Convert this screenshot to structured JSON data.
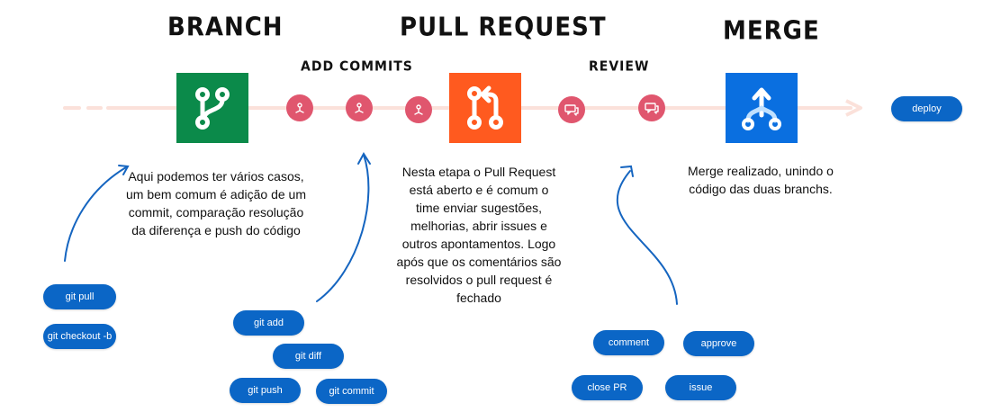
{
  "stages": {
    "branch": "BRANCH",
    "pull_request": "PULL REQUEST",
    "merge": "MERGE"
  },
  "steps": {
    "add_commits": "ADD COMMITS",
    "review": "REVIEW"
  },
  "deploy_label": "deploy",
  "branch_commands": [
    "git pull",
    "git checkout -b"
  ],
  "commit_commands": [
    "git add",
    "git diff",
    "git push",
    "git commit"
  ],
  "review_actions": [
    "comment",
    "approve",
    "close PR",
    "issue"
  ],
  "descriptions": {
    "branch": "Aqui podemos ter vários casos,\num bem comum é adição de um commit, comparação resolução da diferença e push do código",
    "pull_request": "Nesta etapa o Pull Request está aberto e é comum o time enviar sugestões, melhorias, abrir issues e outros apontamentos. Logo após que os comentários são resolvidos o pull request é fechado",
    "merge": "Merge realizado, unindo o código das duas branchs."
  },
  "icons": {
    "branch_tile": "git-branch-icon",
    "pull_request_tile": "git-pull-request-icon",
    "merge_tile": "git-merge-icon",
    "commit_dot": "git-commit-icon",
    "review_dot": "chat-bubbles-icon"
  },
  "colors": {
    "branch": "#0b8a4a",
    "pull_request": "#ff5a1f",
    "merge": "#0a6fe0",
    "dot": "#e0566e",
    "pill": "#0b66c6",
    "timeline": "#fbe1da",
    "arrow": "#1565c0"
  }
}
